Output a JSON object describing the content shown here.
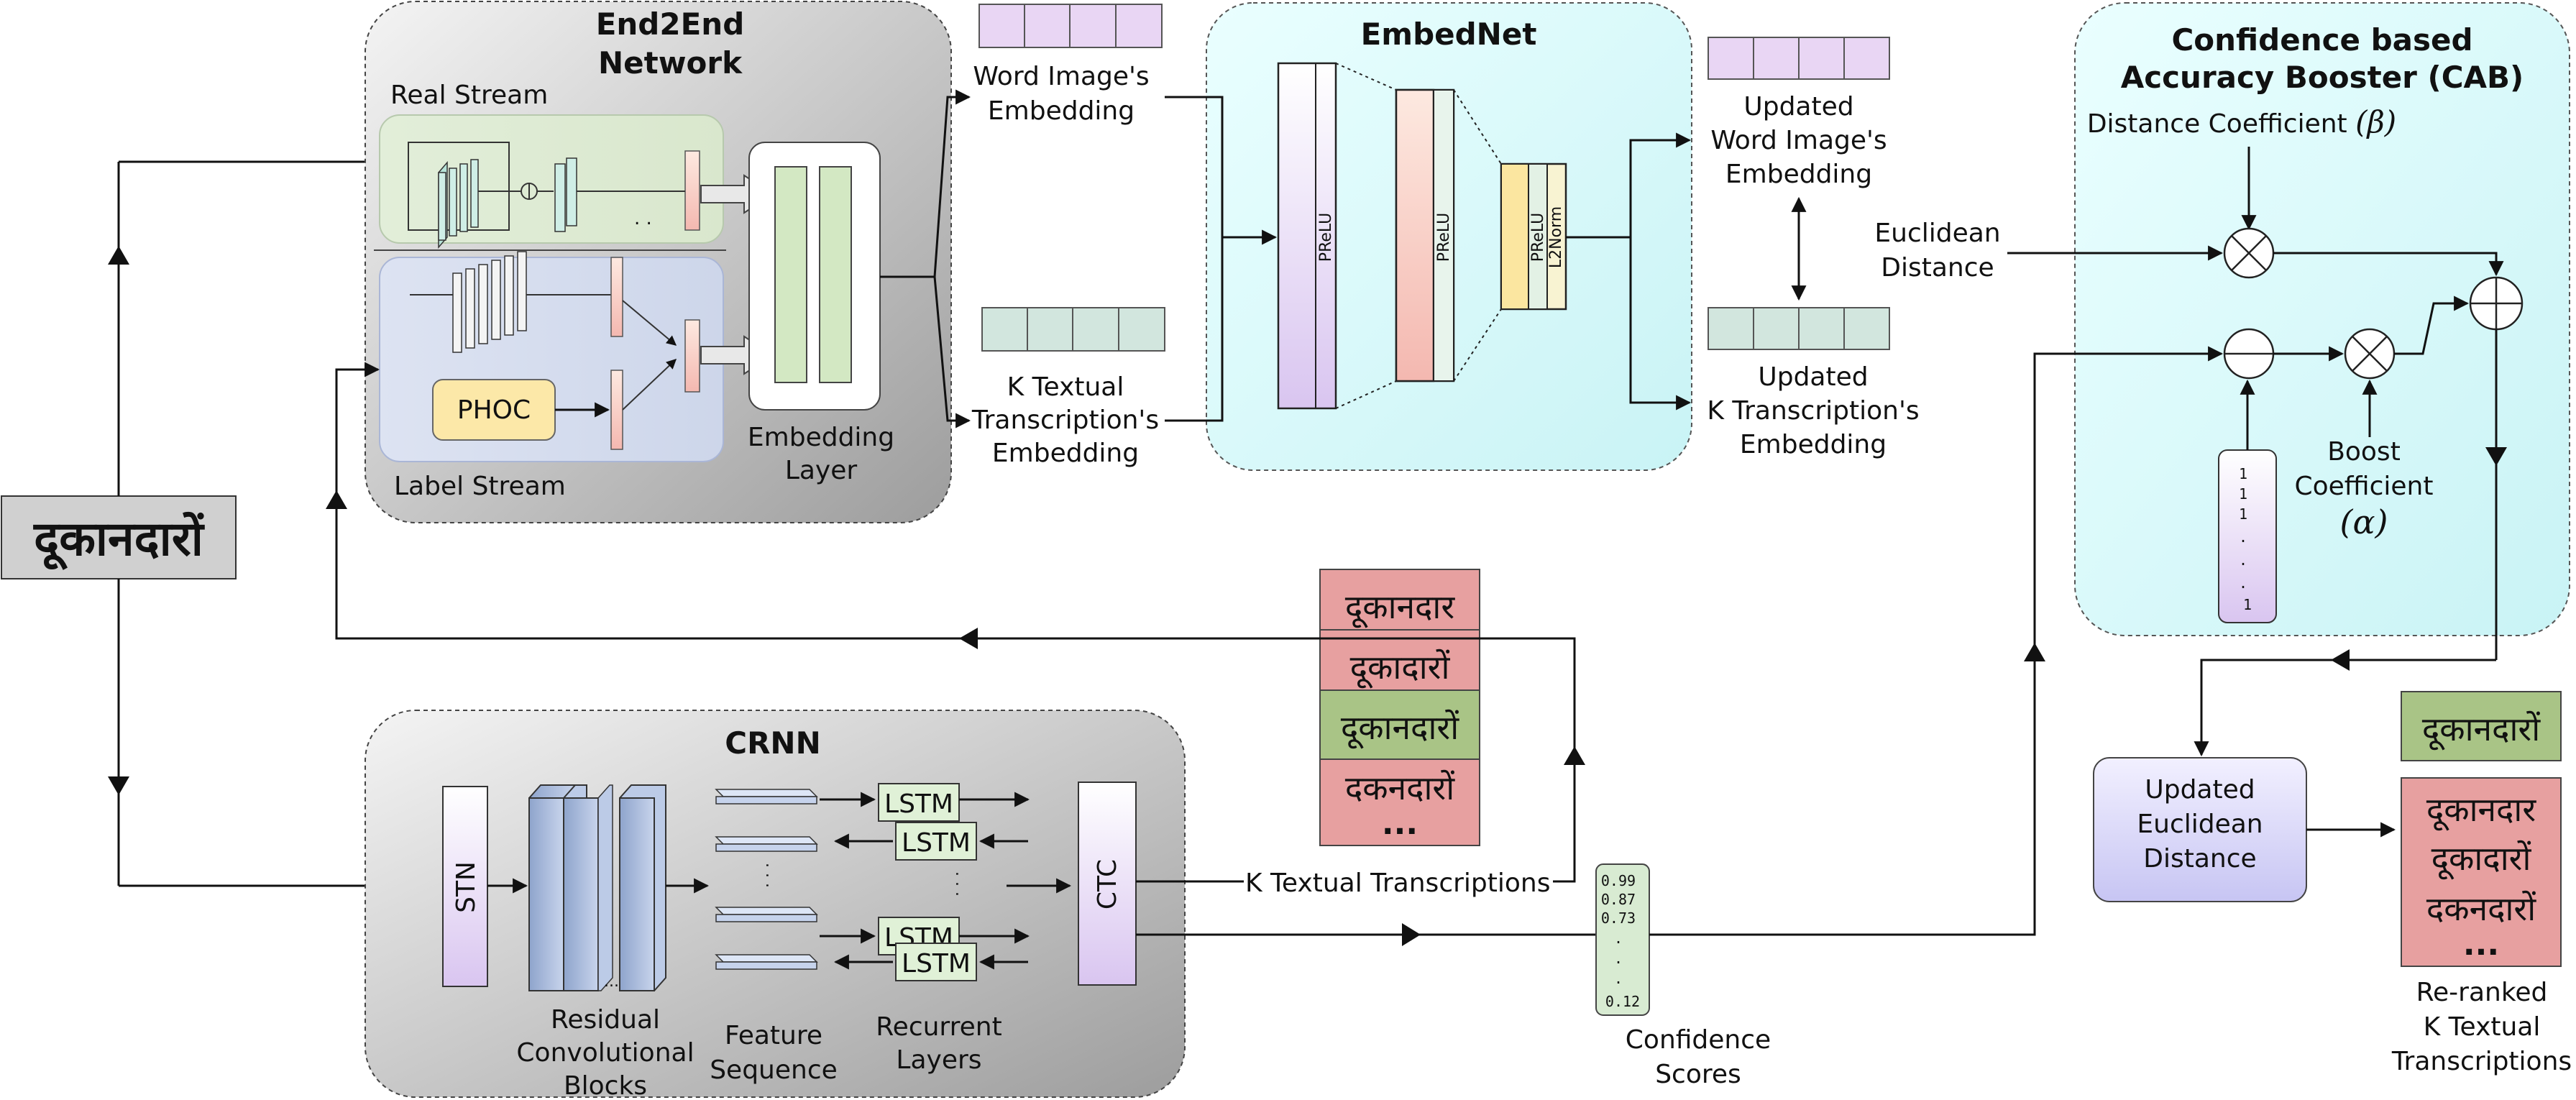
{
  "input": {
    "word_image_text": "दूकानदारों"
  },
  "end2end": {
    "title_line1": "End2End",
    "title_line2": "Network",
    "real_stream_label": "Real Stream",
    "label_stream_label": "Label Stream",
    "phoc_label": "PHOC",
    "real_stream_dots": ". .",
    "embedding_layer_line1": "Embedding",
    "embedding_layer_line2": "Layer"
  },
  "embeddings": {
    "word_image_line1": "Word Image's",
    "word_image_line2": "Embedding",
    "textual_line1": "K Textual",
    "textual_line2": "Transcription's",
    "textual_line3": "Embedding"
  },
  "embednet": {
    "title": "EmbedNet",
    "prelu_label": "PReLU",
    "l2norm_label": "L2Norm",
    "updated_word_line1": "Updated",
    "updated_word_line2": "Word Image's",
    "updated_word_line3": "Embedding",
    "updated_text_line1": "Updated",
    "updated_text_line2": "K Transcription's",
    "updated_text_line3": "Embedding",
    "euclidean_line1": "Euclidean",
    "euclidean_line2": "Distance"
  },
  "cab": {
    "title_line1": "Confidence based",
    "title_line2": "Accuracy Booster (CAB)",
    "distance_coefficient": "Distance Coefficient",
    "beta_symbol": "(β)",
    "boost_line1": "Boost",
    "boost_line2": "Coefficient",
    "alpha_symbol": "(α)",
    "ones_vector": [
      "1",
      "1",
      "1",
      ".",
      ".",
      ".",
      "1"
    ]
  },
  "crnn": {
    "title": "CRNN",
    "stn_label": "STN",
    "ctc_label": "CTC",
    "lstm_label": "LSTM",
    "residual_line1": "Residual",
    "residual_line2": "Convolutional",
    "residual_line3": "Blocks",
    "feature_line1": "Feature",
    "feature_line2": "Sequence",
    "recurrent_line1": "Recurrent",
    "recurrent_line2": "Layers",
    "residual_dots": "...",
    "feature_dots": ". . .",
    "lstm_dots": ". . ."
  },
  "transcriptions": {
    "candidates": [
      "दूकानदार",
      "दूकादारों",
      "दूकानदारों",
      "दकनदारों"
    ],
    "ellipsis": "...",
    "k_label": "K Textual Transcriptions"
  },
  "confidence": {
    "scores": [
      "0.99",
      "0.87",
      "0.73",
      ".",
      ".",
      ".",
      "0.12"
    ],
    "label_line1": "Confidence",
    "label_line2": "Scores"
  },
  "output": {
    "updated_line1": "Updated",
    "updated_line2": "Euclidean",
    "updated_line3": "Distance",
    "reranked": [
      "दूकानदारों",
      "दूकानदार",
      "दूकादारों",
      "दकनदारों"
    ],
    "ellipsis": "...",
    "label_line1": "Re-ranked",
    "label_line2": "K Textual",
    "label_line3": "Transcriptions"
  },
  "colors": {
    "correct_green": "#a9c486",
    "wrong_red": "#e7a0a0",
    "embednet_bg": "#d6fbfb",
    "cab_bg": "#d6fbfb",
    "purple": "#e7d7f5",
    "teal": "#d5e6df",
    "phoc_yellow": "#fbe6a0",
    "lstm_green": "#e0f1d7"
  }
}
